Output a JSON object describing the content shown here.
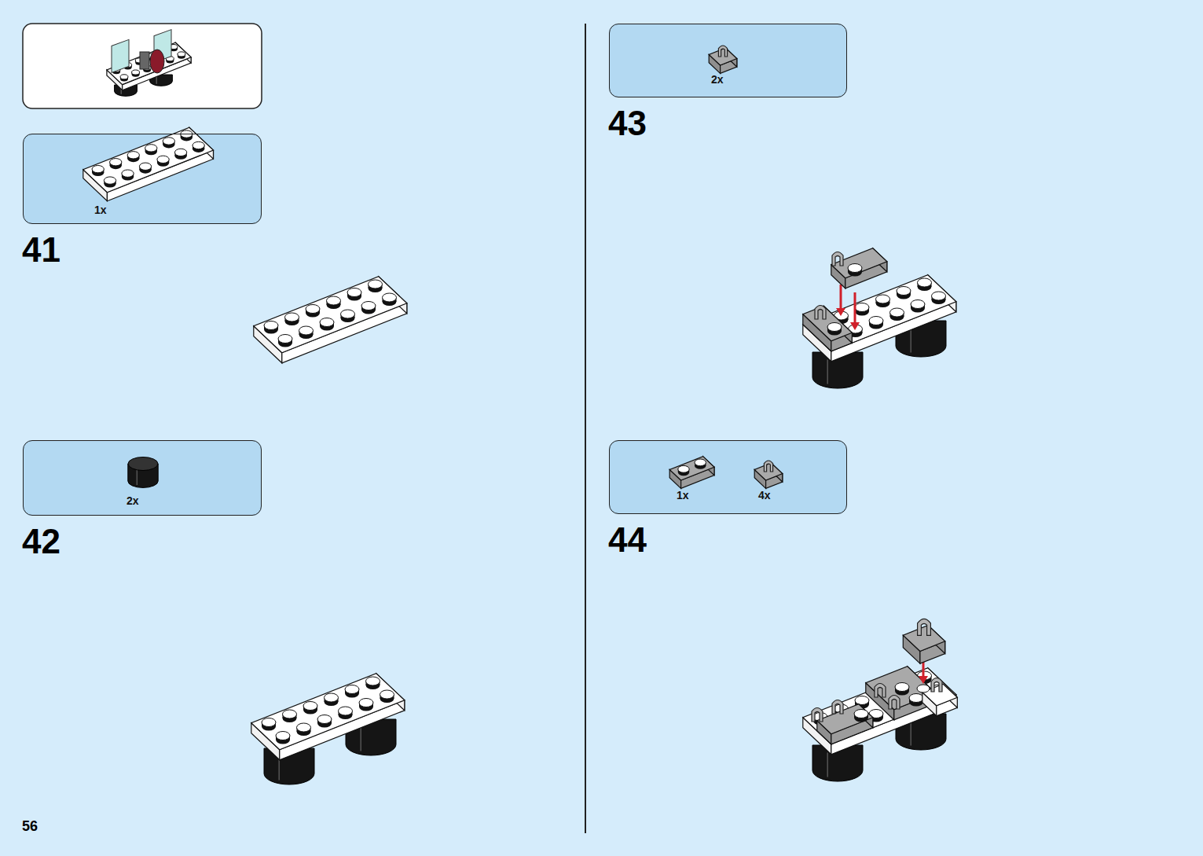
{
  "diagram": {
    "nodes": [
      {
        "text": [
          "1x"
        ]
      },
      {
        "text": [
          "2x"
        ]
      },
      {
        "text": [
          "2x"
        ]
      },
      {
        "text": [
          "1x",
          "4x"
        ]
      }
    ],
    "labels": [
      "41",
      "42",
      "43",
      "44",
      "56"
    ]
  }
}
